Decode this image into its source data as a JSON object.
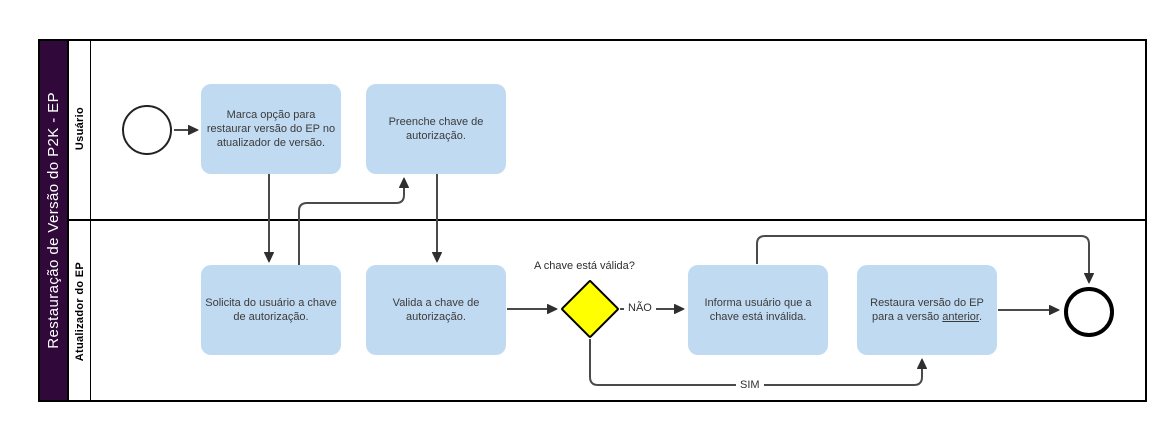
{
  "pool": {
    "title": "Restauração de Versão do P2K - EP",
    "lanes": [
      {
        "label": "Usuário"
      },
      {
        "label": "Atualizador do EP"
      }
    ]
  },
  "nodes": {
    "start_event": "start-event",
    "end_event": "end-event",
    "tasks": [
      {
        "label": "Marca opção para restaurar versão do EP no atualizador de versão."
      },
      {
        "label": "Preenche chave de autorização."
      },
      {
        "label": "Solicita do usuário a chave de autorização."
      },
      {
        "label": "Valida a chave de autorização."
      },
      {
        "label": "Informa usuário que a chave está inválida."
      },
      {
        "label_prefix": "Restaura versão do EP para a versão ",
        "label_underlined": "anterior",
        "label_suffix": "."
      }
    ],
    "gateway": {
      "question": "A chave está válida?"
    }
  },
  "edges": {
    "no_label": "NÃO",
    "yes_label": "SIM"
  },
  "colors": {
    "pool_title_bg": "#30093A",
    "task_fill": "#C0DAF2",
    "gateway_fill": "#FFFF00",
    "connector": "#4A4A4A",
    "border": "#000000"
  }
}
